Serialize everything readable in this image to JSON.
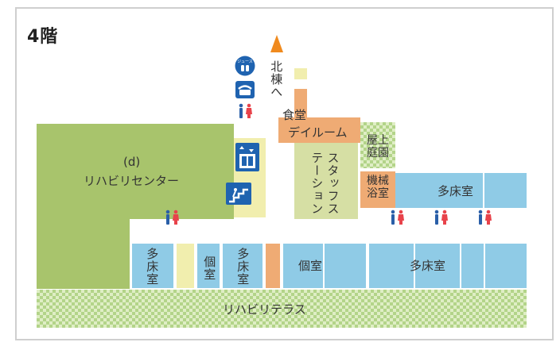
{
  "floor_title": "4階",
  "labels": {
    "north": "北棟へ",
    "cafeteria": "食堂",
    "dayroom": "デイルーム",
    "rooftop_garden": "屋上庭園",
    "staff_station": "スタッフステーション",
    "mechanical_bath": "機械浴室",
    "rehab_marker": "(d)",
    "rehab_center": "リハビリセンター",
    "multi_bed_room": "多床室",
    "private_room": "個室",
    "rehab_terrace": "リハビリテラス"
  },
  "icons": {
    "juice": "ジュース",
    "colors": {
      "men": "#2a5fa8",
      "women": "#e8434b"
    }
  },
  "colors": {
    "rehab": "#a8c46c",
    "room": "#8fcbe6",
    "corridor": "#f1eeae",
    "service": "#efab74",
    "station": "#d6dfa4",
    "arrow": "#f08a1e"
  }
}
